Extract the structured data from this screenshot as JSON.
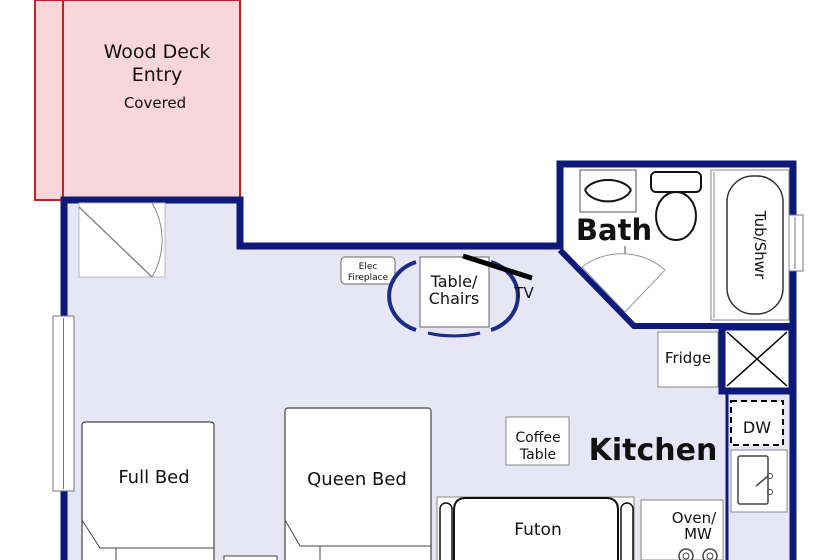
{
  "colors": {
    "wall": "#0d1a7a",
    "floor": "#e6e6f4",
    "deck_fill": "#f9d6d9",
    "deck_stroke": "#c0202a",
    "furniture_fill": "#ffffff",
    "furniture_stroke": "#444444",
    "text": "#111111"
  },
  "deck": {
    "title_line1": "Wood Deck",
    "title_line2": "Entry",
    "subtitle": "Covered"
  },
  "rooms": {
    "bath": "Bath",
    "kitchen": "Kitchen"
  },
  "fixtures": {
    "elec_line1": "Elec",
    "elec_line2": "Fireplace",
    "table_line1": "Table/",
    "table_line2": "Chairs",
    "tv": "TV",
    "tub": "Tub/Shwr",
    "fridge": "Fridge",
    "dw": "DW",
    "coffee_line1": "Coffee",
    "coffee_line2": "Table",
    "oven_line1": "Oven/",
    "oven_line2": "MW",
    "full_bed": "Full Bed",
    "queen_bed": "Queen Bed",
    "futon": "Futon"
  }
}
